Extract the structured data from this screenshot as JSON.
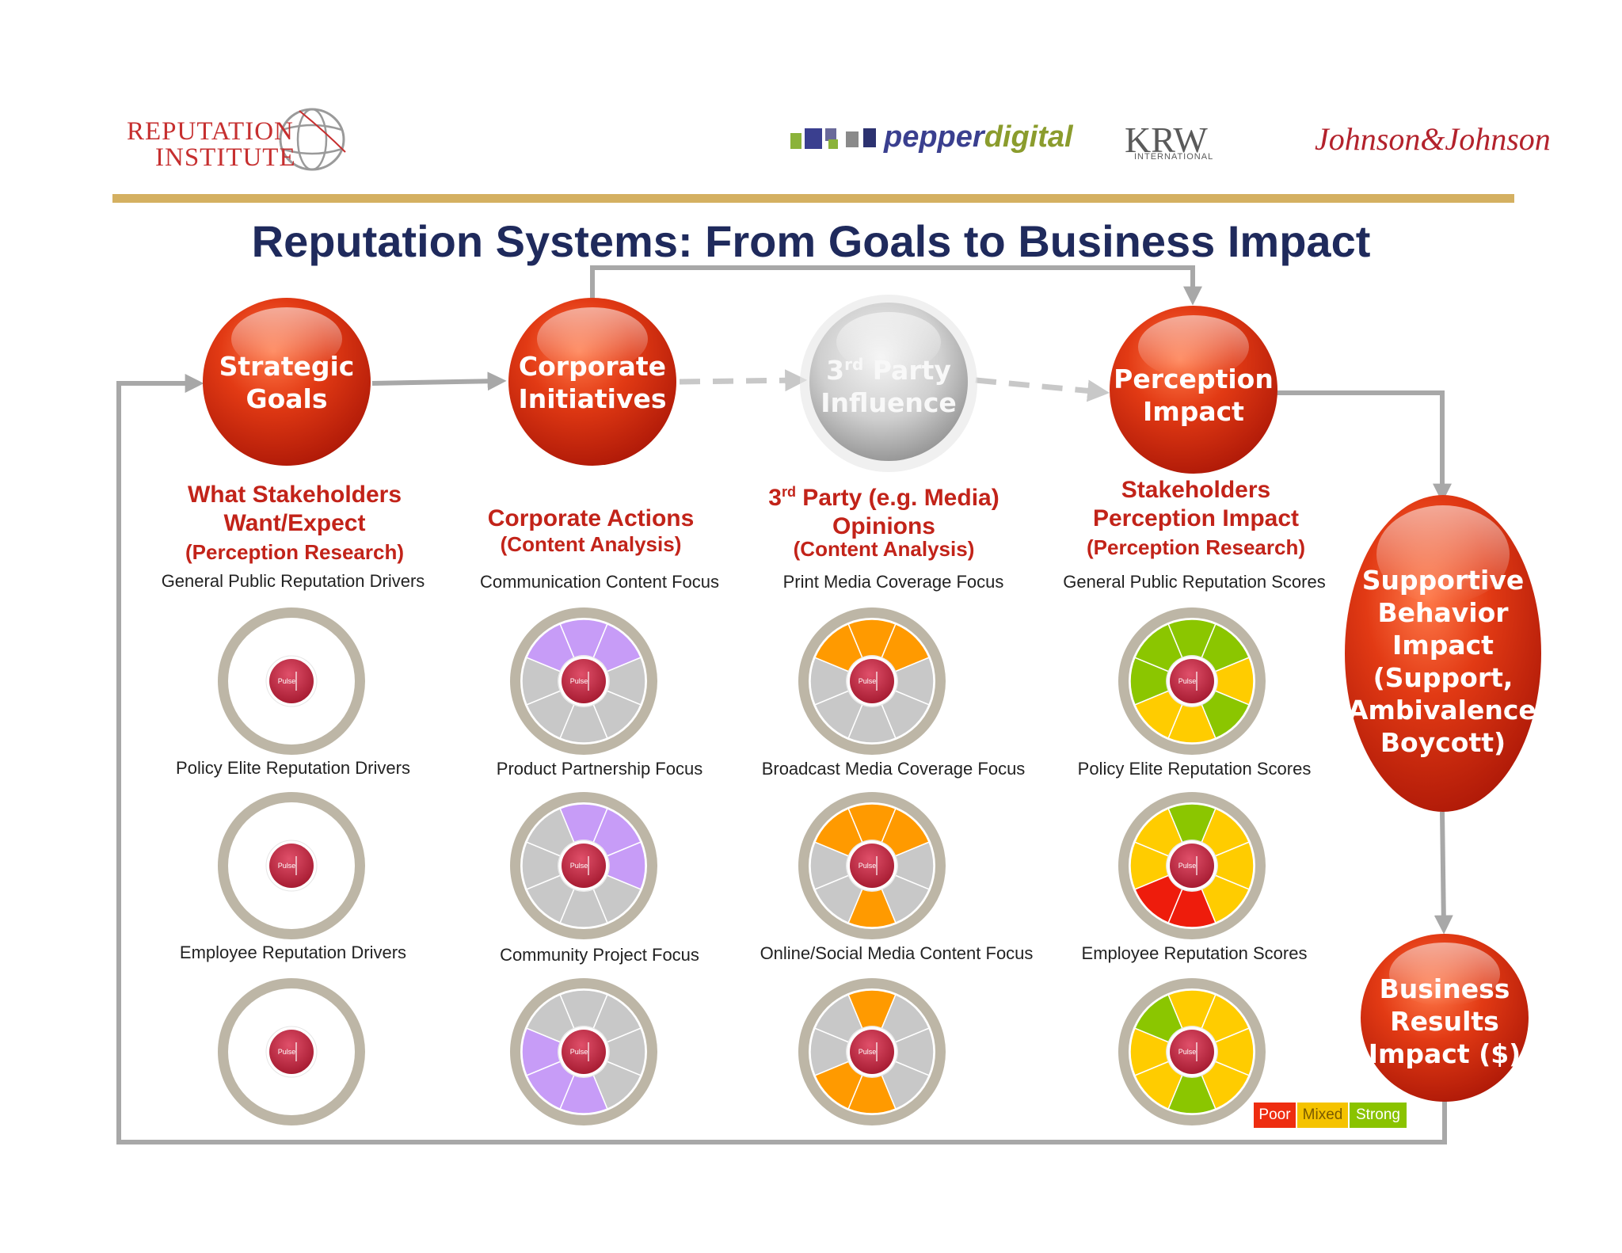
{
  "logos": {
    "reputation_institute": [
      "REPUTATION",
      "INSTITUTE"
    ],
    "pepperdigital": {
      "pepper": "pepper",
      "digital": "digital"
    },
    "krw": {
      "main": "KRW",
      "sub": "INTERNATIONAL"
    },
    "jnj": "Johnson&Johnson"
  },
  "title": "Reputation Systems: From Goals to Business Impact",
  "nodes": {
    "strategic_goals": "Strategic\nGoals",
    "corporate_initiatives": "Corporate\nInitiatives",
    "third_party_influence": "3rd Party\nInfluence",
    "perception_impact": "Perception\nImpact",
    "supportive_behavior": "Supportive\nBehavior\nImpact\n(Support,\nAmbivalence,\nBoycott)",
    "business_results": "Business\nResults\nImpact ($)"
  },
  "columns": [
    {
      "heading": "What Stakeholders\nWant/Expect",
      "sub": "(Perception Research)",
      "wheels": [
        {
          "label": "General Public Reputation Drivers",
          "fill": "none",
          "segments": []
        },
        {
          "label": "Policy Elite Reputation Drivers",
          "fill": "none",
          "segments": []
        },
        {
          "label": "Employee Reputation Drivers",
          "fill": "none",
          "segments": []
        }
      ]
    },
    {
      "heading": "Corporate Actions",
      "sub": "(Content Analysis)",
      "wheels": [
        {
          "label": "Communication Content Focus",
          "fill": "segments",
          "segments": [
            "lavender",
            "lavender",
            "gray",
            "gray",
            "gray",
            "gray",
            "gray",
            "lavender"
          ]
        },
        {
          "label": "Product  Partnership Focus",
          "fill": "segments",
          "segments": [
            "lavender",
            "lavender",
            "lavender",
            "gray",
            "gray",
            "gray",
            "gray",
            "gray"
          ]
        },
        {
          "label": "Community Project Focus",
          "fill": "segments",
          "segments": [
            "gray",
            "gray",
            "gray",
            "gray",
            "lavender",
            "lavender",
            "lavender",
            "gray"
          ]
        }
      ]
    },
    {
      "heading": "3rd Party (e.g. Media)\nOpinions",
      "sub": "(Content Analysis)",
      "wheels": [
        {
          "label": "Print Media Coverage Focus",
          "fill": "segments",
          "segments": [
            "orange",
            "orange",
            "gray",
            "gray",
            "gray",
            "gray",
            "gray",
            "orange"
          ]
        },
        {
          "label": "Broadcast Media Coverage Focus",
          "fill": "segments",
          "segments": [
            "orange",
            "orange",
            "gray",
            "gray",
            "orange",
            "gray",
            "gray",
            "orange"
          ]
        },
        {
          "label": "Online/Social Media Content Focus",
          "fill": "segments",
          "segments": [
            "orange",
            "gray",
            "gray",
            "gray",
            "orange",
            "orange",
            "gray",
            "gray"
          ]
        }
      ]
    },
    {
      "heading": "Stakeholders\nPerception Impact",
      "sub": "(Perception Research)",
      "wheels": [
        {
          "label": "General Public Reputation Scores",
          "fill": "segments",
          "segments": [
            "green",
            "green",
            "yellow",
            "green",
            "yellow",
            "yellow",
            "green",
            "green"
          ]
        },
        {
          "label": "Policy Elite Reputation Scores",
          "fill": "segments",
          "segments": [
            "green",
            "yellow",
            "yellow",
            "yellow",
            "red",
            "red",
            "yellow",
            "yellow"
          ]
        },
        {
          "label": "Employee Reputation Scores",
          "fill": "segments",
          "segments": [
            "yellow",
            "yellow",
            "yellow",
            "yellow",
            "green",
            "yellow",
            "yellow",
            "green"
          ]
        }
      ]
    }
  ],
  "wheel_center_text": "Pulse",
  "legend": [
    {
      "label": "Poor",
      "color": "#ee2d10"
    },
    {
      "label": "Mixed",
      "color": "#f5c300"
    },
    {
      "label": "Strong",
      "color": "#8ac300"
    }
  ],
  "colors": {
    "lavender": "#c79cf7",
    "gray": "#c8c8c8",
    "orange": "#ff9a00",
    "green": "#8bc600",
    "yellow": "#ffcc00",
    "red": "#ee1c0c",
    "node_red": "#d92a10",
    "title_navy": "#1f2a5c",
    "heading_red": "#c22319",
    "gold_bar": "#d4b061"
  }
}
